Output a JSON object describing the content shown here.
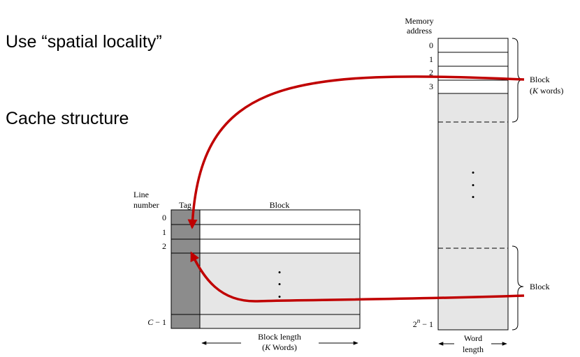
{
  "slide": {
    "bullet1": "Use “spatial locality”",
    "bullet2": "Cache structure"
  },
  "memory": {
    "header_line1": "Memory",
    "header_line2": "address",
    "addresses": [
      "0",
      "1",
      "2",
      "3"
    ],
    "last_address_base": "2",
    "last_address_exp": "n",
    "last_address_tail": " − 1",
    "dots": [
      "•",
      "•",
      "•"
    ],
    "block_label_top_line1": "Block",
    "block_label_top_open": "(",
    "block_label_top_k": "K",
    "block_label_top_rest": " words)",
    "block_label_bottom": "Block",
    "word_length_line1": "Word",
    "word_length_line2": "length"
  },
  "cache": {
    "line_header_line1": "Line",
    "line_header_line2": "number",
    "tag_header": "Tag",
    "block_header": "Block",
    "lines": [
      "0",
      "1",
      "2"
    ],
    "last_line_c": "C",
    "last_line_tail": " − 1",
    "dots": [
      "•",
      "•",
      "•"
    ],
    "block_length_line1": "Block length",
    "block_length_open": "(",
    "block_length_k": "K",
    "block_length_rest": " Words)"
  },
  "colors": {
    "arrow": "#c00000",
    "tag_fill": "#8c8c8c",
    "shaded_fill": "#e6e6e6"
  }
}
